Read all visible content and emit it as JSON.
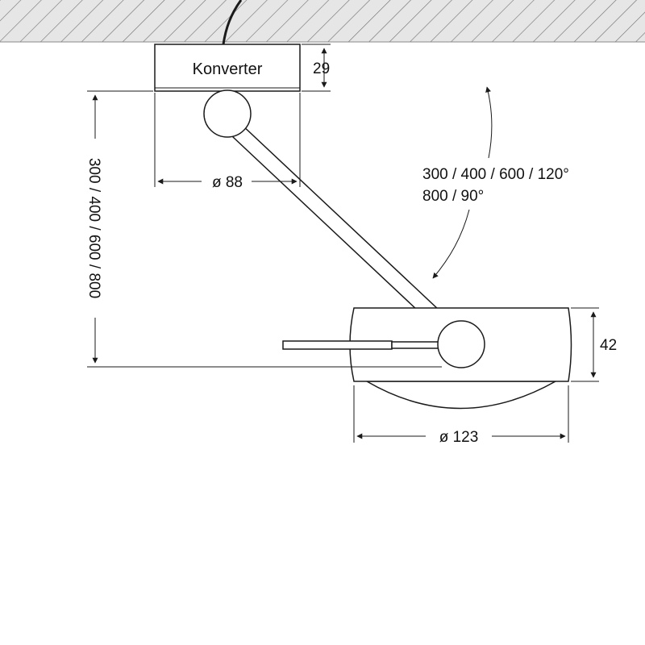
{
  "converter": {
    "label": "Konverter"
  },
  "dimensions": {
    "converter_height": "29",
    "base_diameter": "ø 88",
    "arm_length": "300 / 400 / 600 / 800",
    "rotation_line1": "300 / 400 / 600 / 120°",
    "rotation_line2": "800 / 90°",
    "head_height": "42",
    "head_diameter": "ø 123"
  },
  "colors": {
    "line": "#1a1a1a",
    "ceiling_band": "#e6e6e6",
    "background": "#ffffff"
  }
}
